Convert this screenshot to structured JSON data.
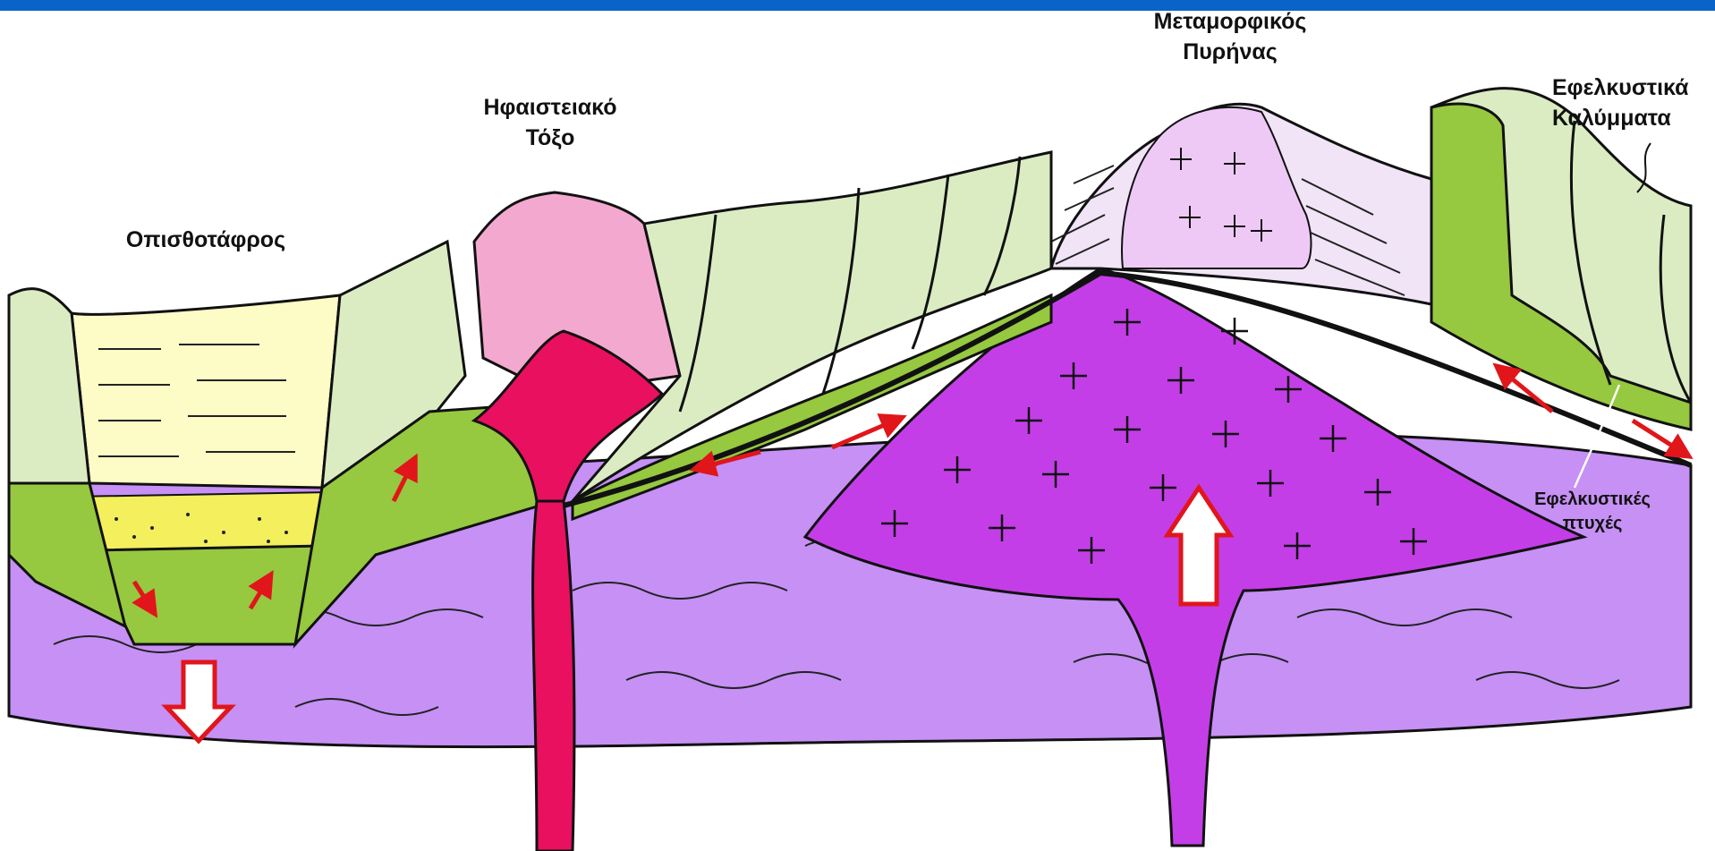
{
  "labels": {
    "back_arc": "Οπισθοτάφρος",
    "volcanic_arc": "Ηφαιστειακό\nΤόξο",
    "metamorphic_core": "Μεταμορφικός\nΠυρήνας",
    "extensional_nappes": "Εφελκυστικά\nΚαλύμματα",
    "extensional_folds": "Εφελκυστικές\nπτυχές"
  },
  "colors": {
    "header_bar": "#0a63c9",
    "basement_lilac": "#c690f5",
    "granite_magenta": "#c43ee8",
    "pale_green_blocks": "#dbecc3",
    "green_layer": "#96c840",
    "pale_yellow_basin": "#fdfbc6",
    "yellow_sediment": "#f4ef5c",
    "magma_red": "#e8105f",
    "volcanic_pink": "#f3a9cf",
    "metamorphic_light_pink": "#efc9f5",
    "arrow_red": "#e0161b"
  },
  "icons": [
    "subsidence-arrow-icon",
    "uplift-arrow-icon",
    "normal-fault-arrow-icon"
  ]
}
